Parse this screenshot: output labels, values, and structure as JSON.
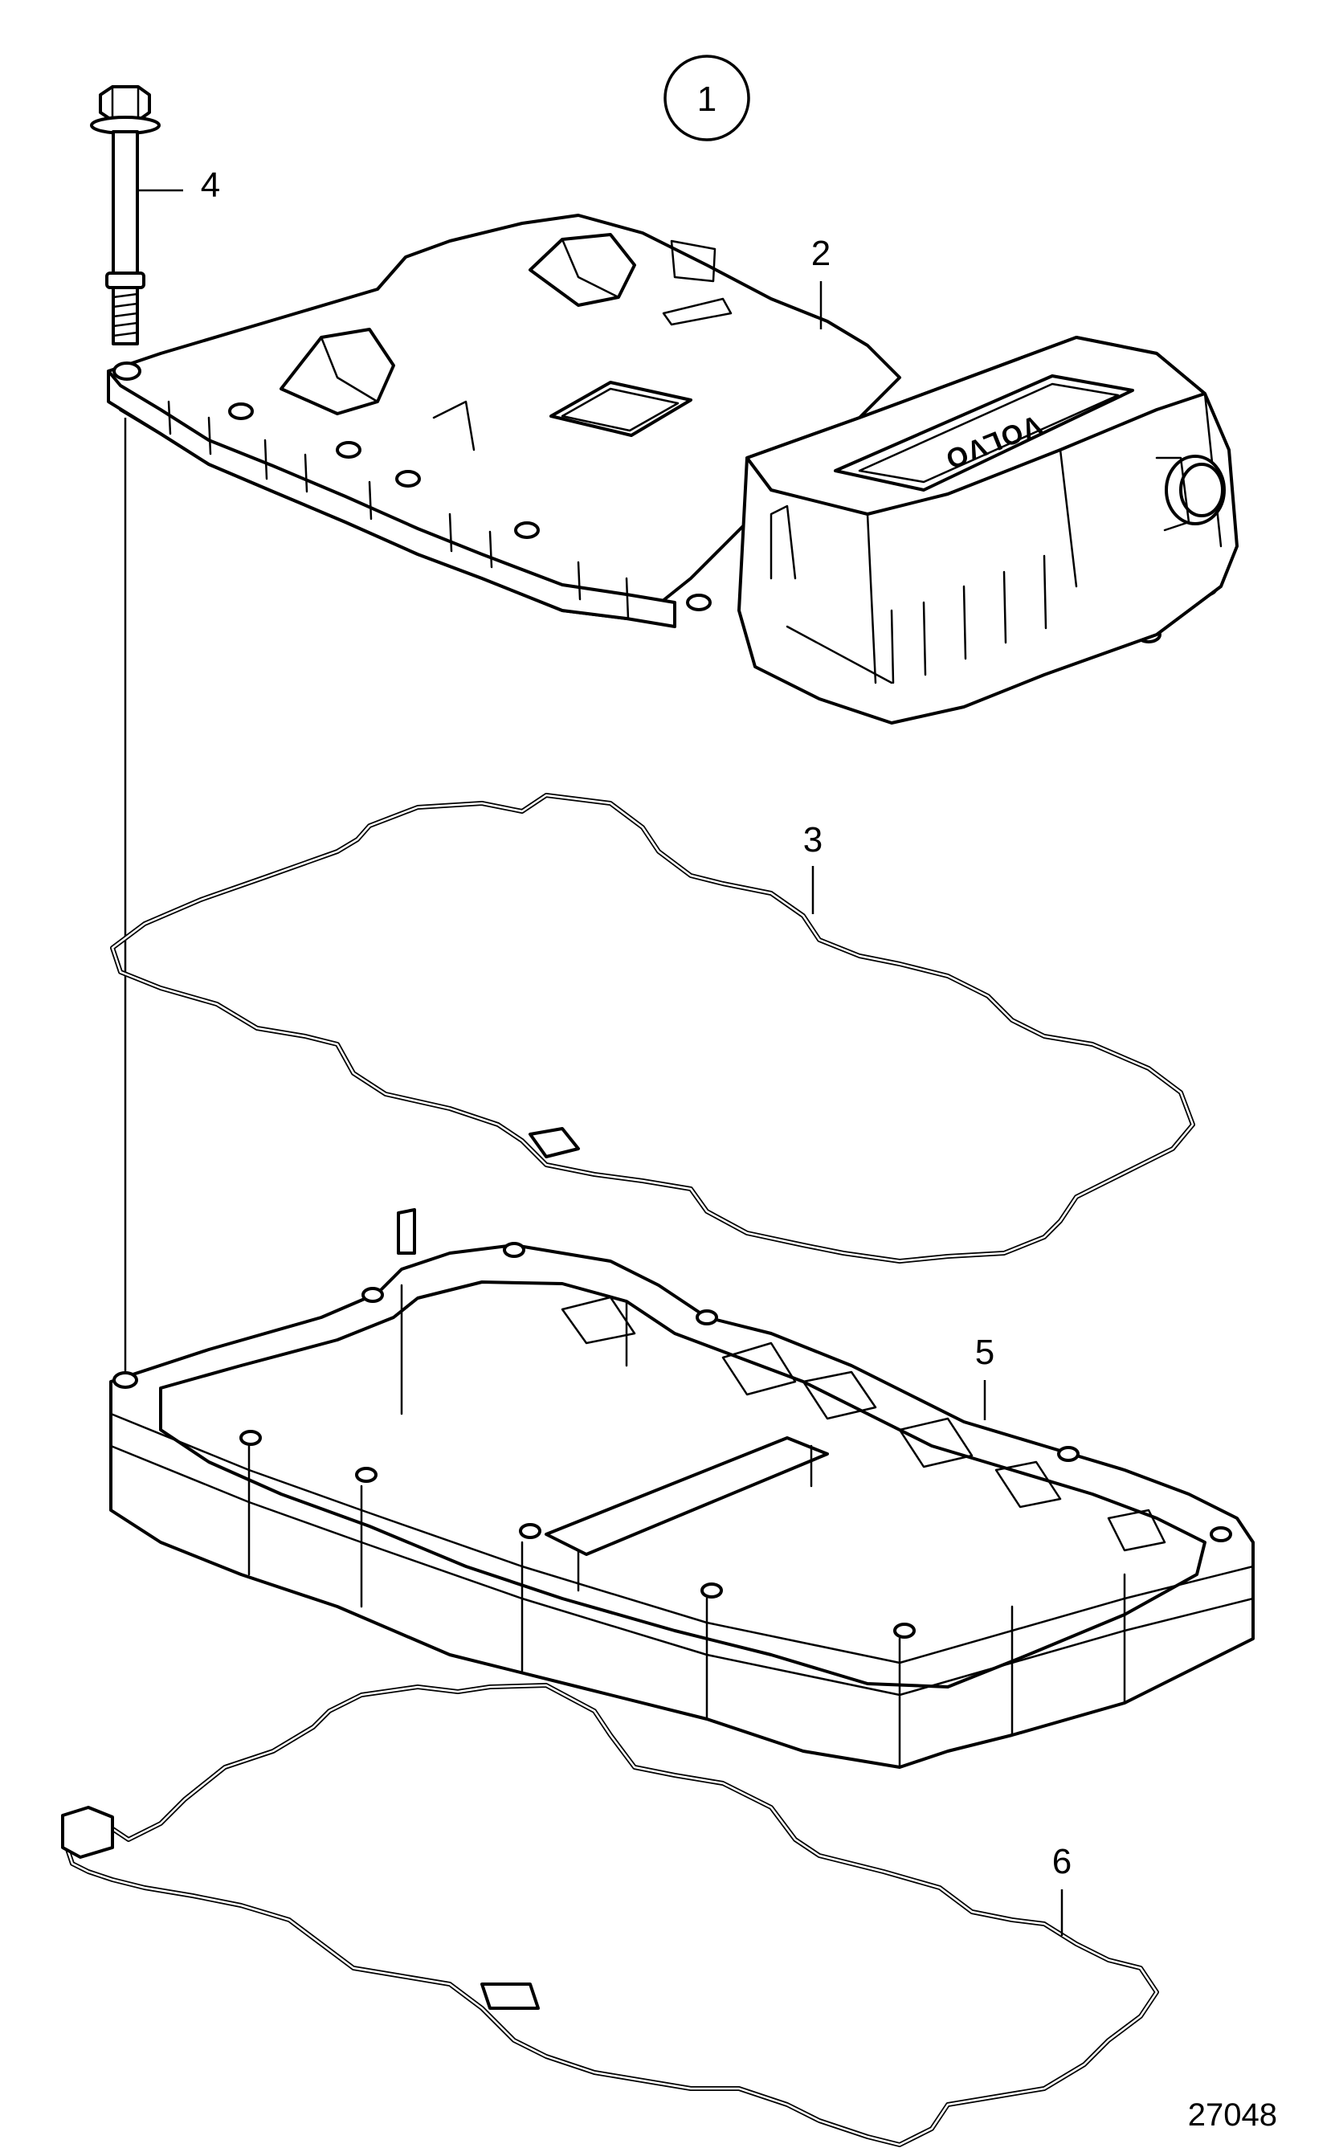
{
  "figure": {
    "reference_number": "27048",
    "brand_mark": "VOLVO"
  },
  "callouts": [
    {
      "id": "1",
      "label": "1",
      "circled": true
    },
    {
      "id": "2",
      "label": "2"
    },
    {
      "id": "3",
      "label": "3"
    },
    {
      "id": "4",
      "label": "4"
    },
    {
      "id": "5",
      "label": "5"
    },
    {
      "id": "6",
      "label": "6"
    }
  ]
}
